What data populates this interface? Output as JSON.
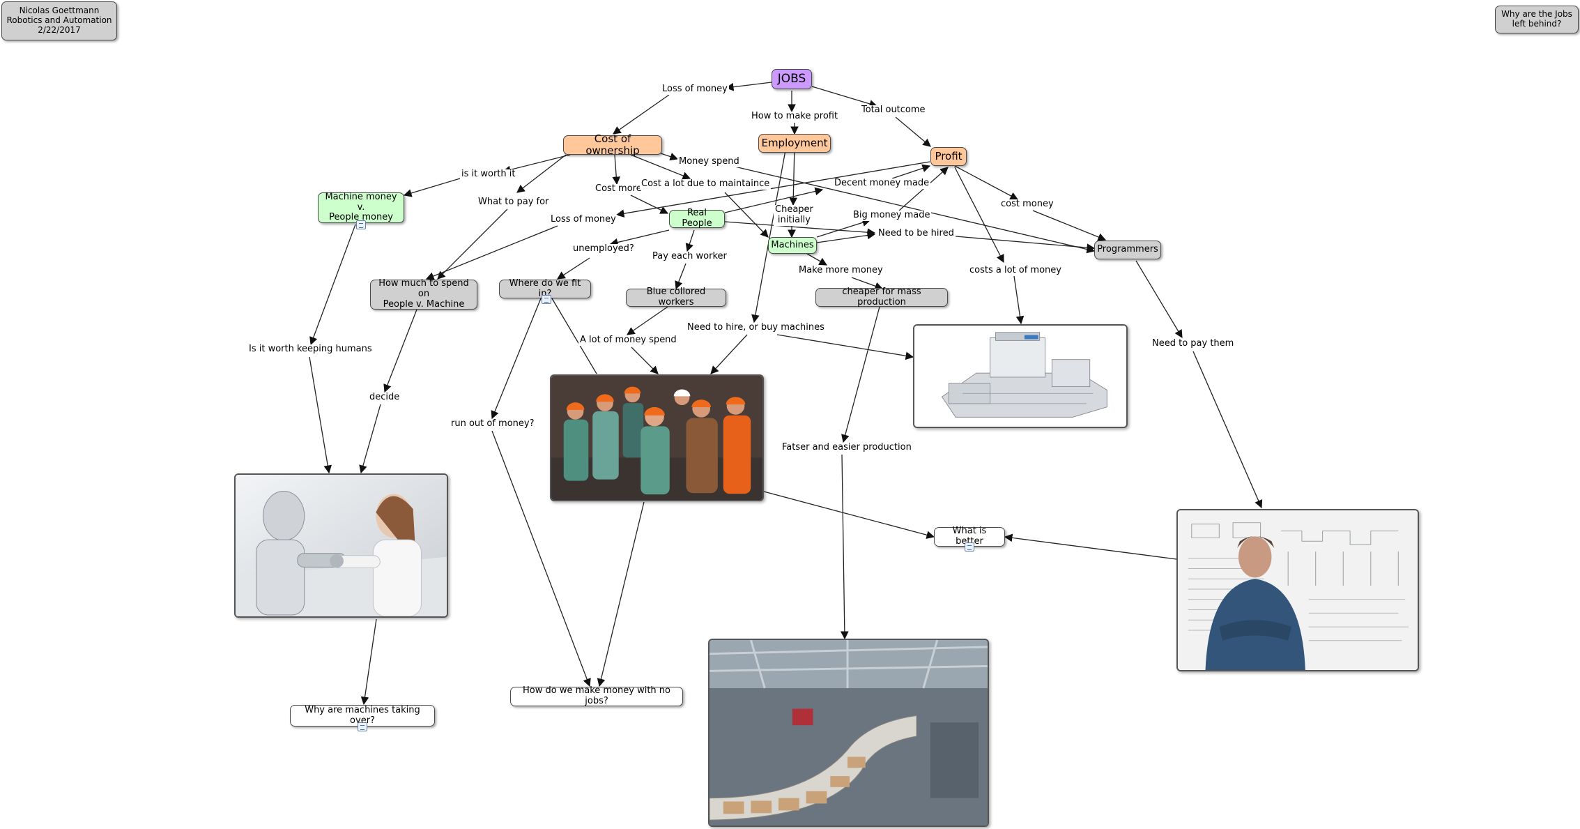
{
  "corner": {
    "author": "Nicolas Goettmann\nRobotics and Automation\n2/22/2017",
    "question": "Why are the Jobs\nleft behind?"
  },
  "nodes": {
    "jobs": "JOBS",
    "cost_of_ownership": "Cost of ownership",
    "employment": "Employment",
    "profit": "Profit",
    "machine_money": "Machine money v.\nPeople money",
    "real_people": "Real People",
    "machines": "Machines",
    "programmers": "Programmers",
    "how_much_spend": "How much to spend on\nPeople v. Machine",
    "where_fit": "Where do we fit in?",
    "blue_collar": "Blue collored workers",
    "cheaper_mass": "cheaper for mass production",
    "what_better": "What is better",
    "why_machines": "Why are machines taking over?",
    "make_money": "How do we make money with no jobs?"
  },
  "links": {
    "loss_of_money_1": "Loss of money",
    "how_to_make_profit": "How to make profit",
    "total_outcome": "Total outcome",
    "money_spend": "Money spend",
    "is_it_worth_it": "is it worth it",
    "cost_more": "Cost more",
    "cost_maintaince": "Cost a lot due to maintaince",
    "what_to_pay_for": "What to pay for",
    "decent_money": "Decent money made",
    "cost_money": "cost money",
    "loss_of_money_2": "Loss of money",
    "cheaper_initially": "Cheaper\ninitially",
    "big_money": "Big money made",
    "need_hired": "Need to be hired",
    "unemployed": "unemployed?",
    "pay_each_worker": "Pay each worker",
    "make_more_money": "Make more money",
    "costs_lot": "costs a lot of money",
    "need_hire_buy": "Need to hire, or buy machines",
    "lot_money_spend": "A lot of money spend",
    "need_pay_them": "Need to pay them",
    "worth_keeping": "Is it worth keeping humans",
    "decide": "decide",
    "run_out": "run out of money?",
    "faster_prod": "Fatser and easier production"
  },
  "images": {
    "robot_arm_wrestle": "robot-vs-human-image",
    "workers_crowd": "hardhat-workers-image",
    "industrial_machine": "industrial-machine-image",
    "factory_line": "factory-conveyor-image",
    "man_whiteboard": "programmer-whiteboard-image"
  },
  "colors": {
    "purple": "#cc99ff",
    "orange": "#ffc79a",
    "green": "#ccffcc",
    "gray": "#d0d0d0",
    "line": "#222222"
  }
}
